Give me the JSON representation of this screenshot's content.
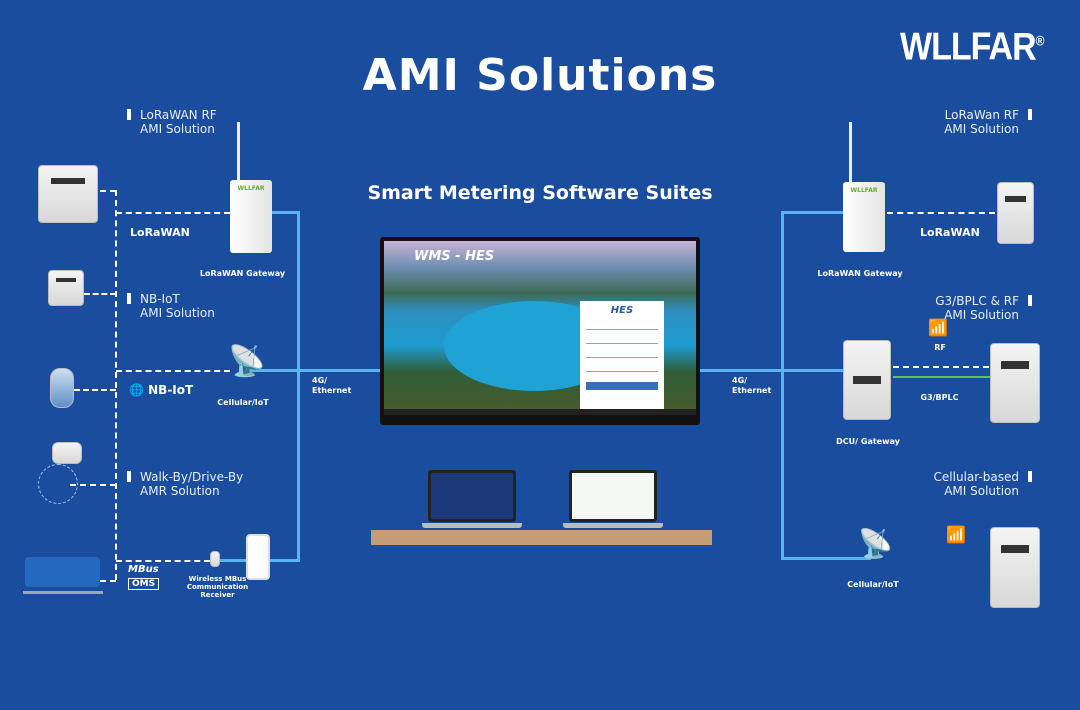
{
  "brand": {
    "logo": "WLLFAR",
    "registered": "®"
  },
  "title": "AMI Solutions",
  "subtitle": "Smart Metering Software Suites",
  "left": {
    "sections": [
      {
        "line1": "LoRaWAN RF",
        "line2": "AMI Solution"
      },
      {
        "line1": "NB-IoT",
        "line2": "AMI Solution"
      },
      {
        "line1": "Walk-By/Drive-By",
        "line2": "AMR Solution"
      }
    ],
    "gateway_label": "LoRaWAN  Gateway",
    "tower_label": "Cellular/IoT",
    "lorawan_logo": "LoRaWAN",
    "nbiot_logo": "NB-IoT",
    "mbus_logo": "MBus",
    "oms_logo": "OMS",
    "receiver_label": "Wireless MBus Communication Receiver",
    "link_label_1": "4G/",
    "link_label_2": "Ethernet"
  },
  "center": {
    "screen_title": "WMS - HES",
    "login_title": "HES"
  },
  "right": {
    "sections": [
      {
        "line1": "LoRaWan RF",
        "line2": "AMI Solution"
      },
      {
        "line1": "G3/BPLC & RF",
        "line2": "AMI Solution"
      },
      {
        "line1": "Cellular-based",
        "line2": "AMI Solution"
      }
    ],
    "gateway_label": "LoRaWAN  Gateway",
    "lorawan_logo": "LoRaWAN",
    "rf_label": "RF",
    "plc_label": "G3/BPLC",
    "dcu_label": "DCU/ Gateway",
    "tower_label": "Cellular/IoT",
    "link_label_1": "4G/",
    "link_label_2": "Ethernet"
  },
  "colors": {
    "background": "#1b4d9e",
    "link": "#5ab4f0",
    "plc": "#5cc35c",
    "desk": "#c49c78"
  }
}
